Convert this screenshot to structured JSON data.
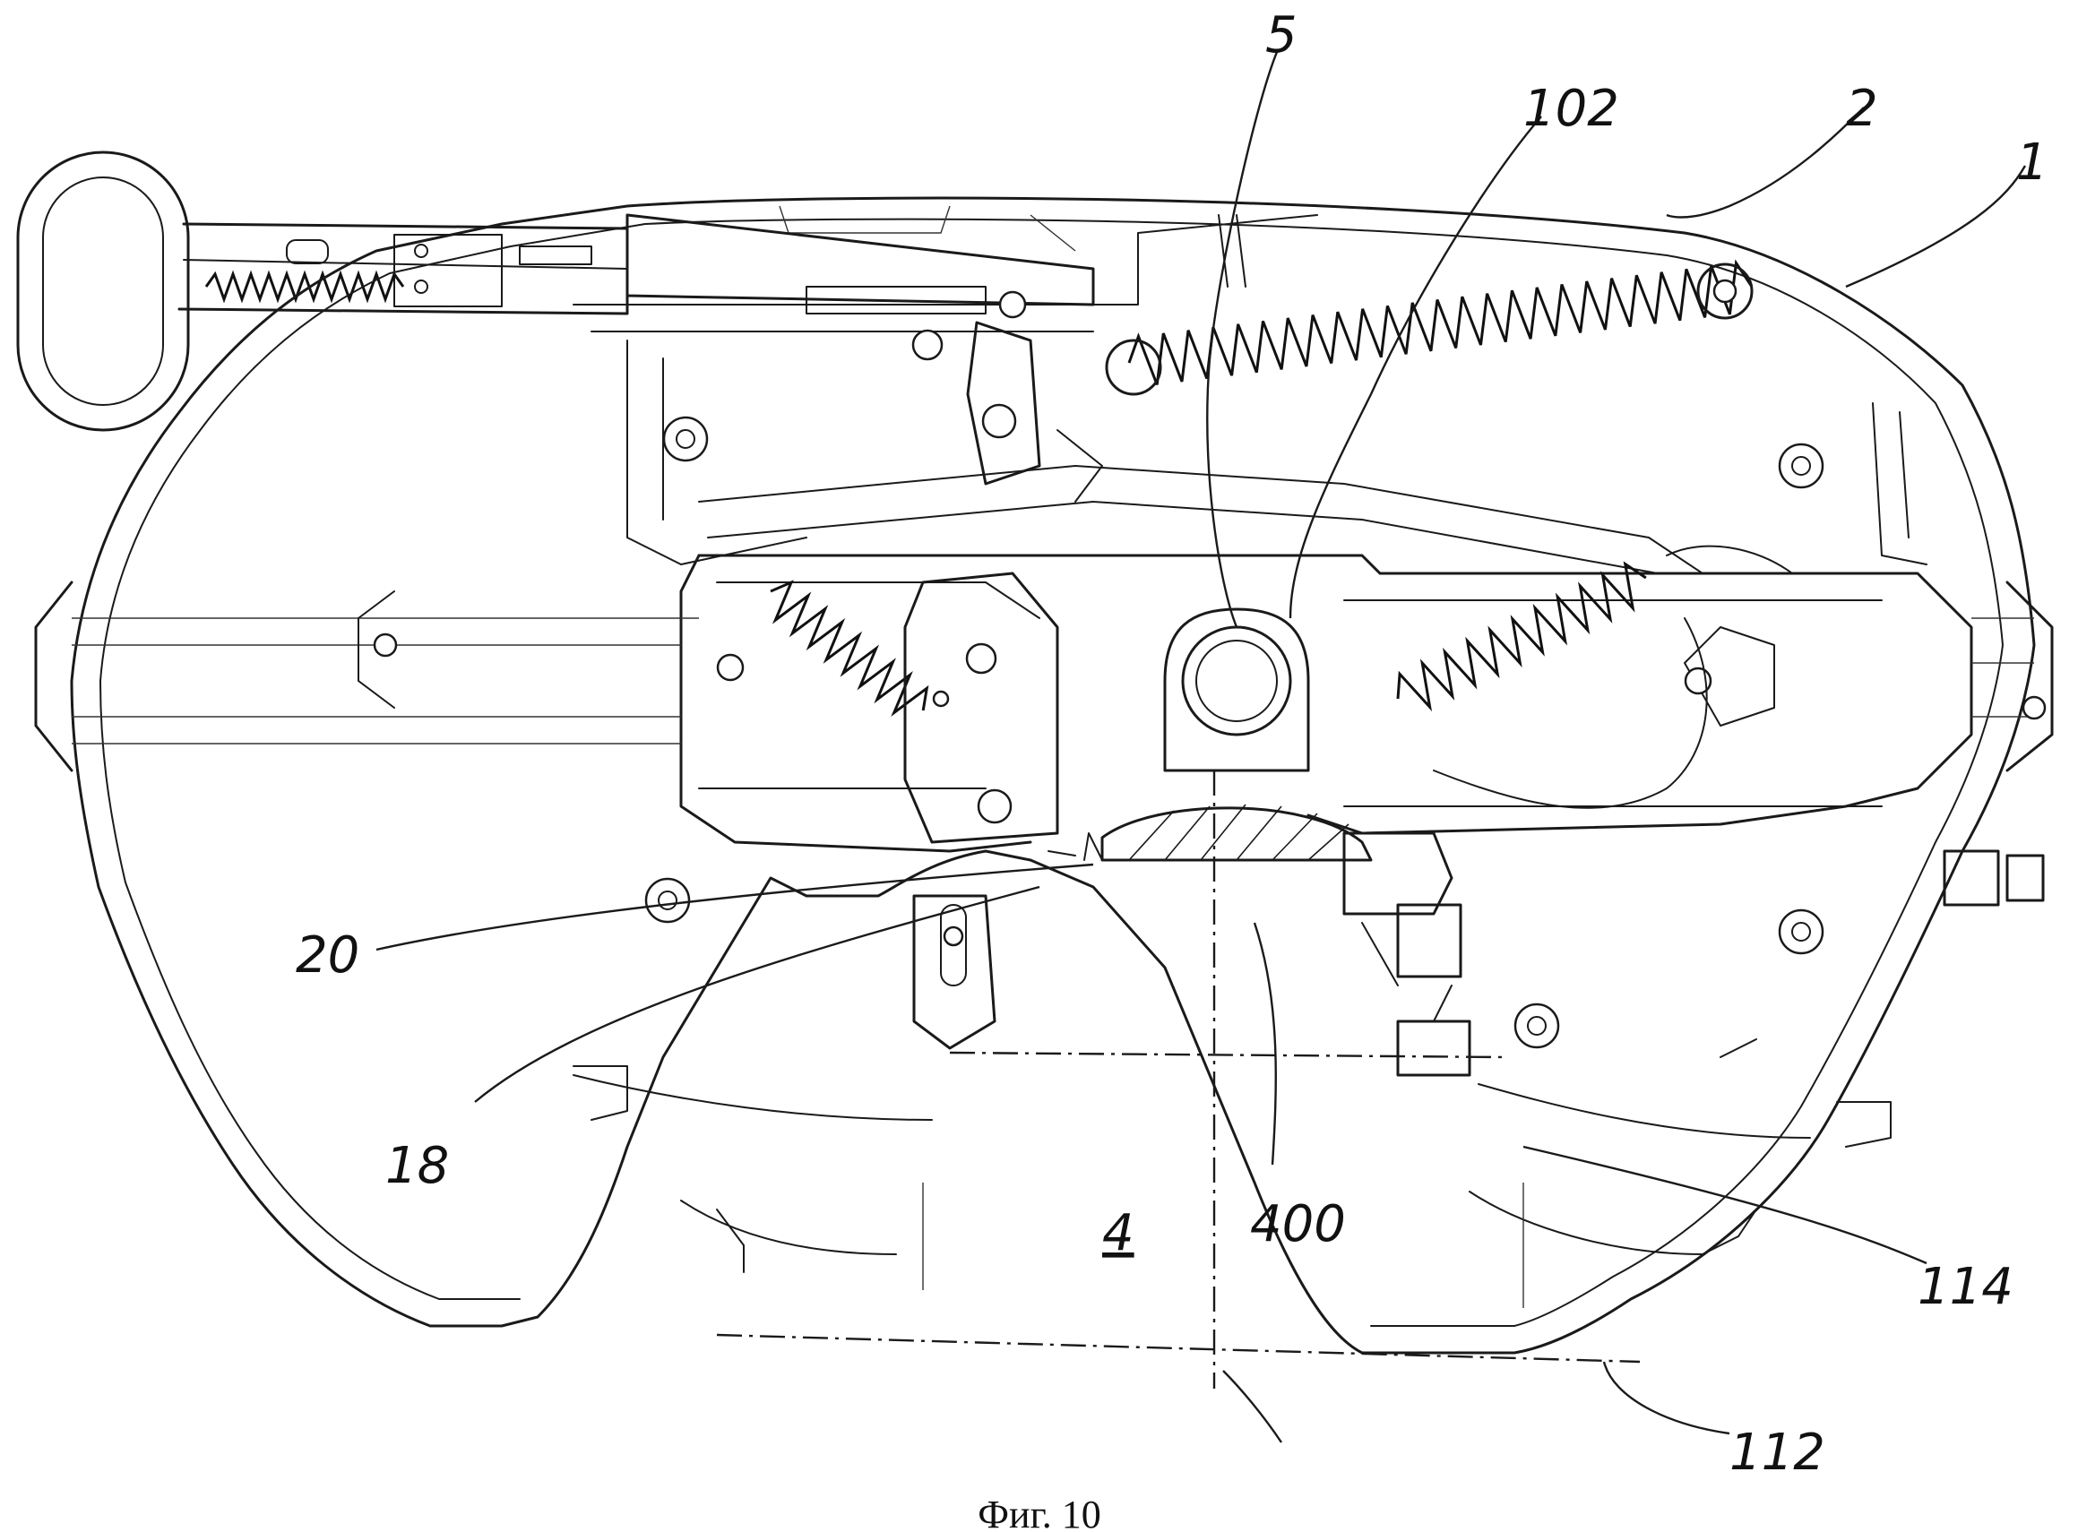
{
  "figure": {
    "caption": "Фиг. 10",
    "reference_numerals": {
      "n1": "1",
      "n2": "2",
      "n4": "4",
      "n5": "5",
      "n18": "18",
      "n20": "20",
      "n102": "102",
      "n112": "112",
      "n114": "114",
      "n400": "400"
    }
  }
}
